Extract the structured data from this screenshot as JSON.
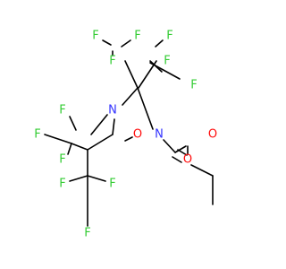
{
  "colors": {
    "bond": "#000000",
    "F": "#33cc33",
    "N": "#3333ff",
    "O": "#ff0d0d",
    "C": "#000000"
  },
  "atoms": {
    "f1": "F",
    "f2": "F",
    "f3": "F",
    "f4": "F",
    "f5": "F",
    "f6": "F",
    "f7": "F",
    "f8": "F",
    "f9": "F",
    "f10": "F",
    "f11": "F",
    "f12": "F",
    "n1": "N",
    "n2": "N",
    "o1": "O",
    "o2": "O",
    "o3": "O"
  }
}
